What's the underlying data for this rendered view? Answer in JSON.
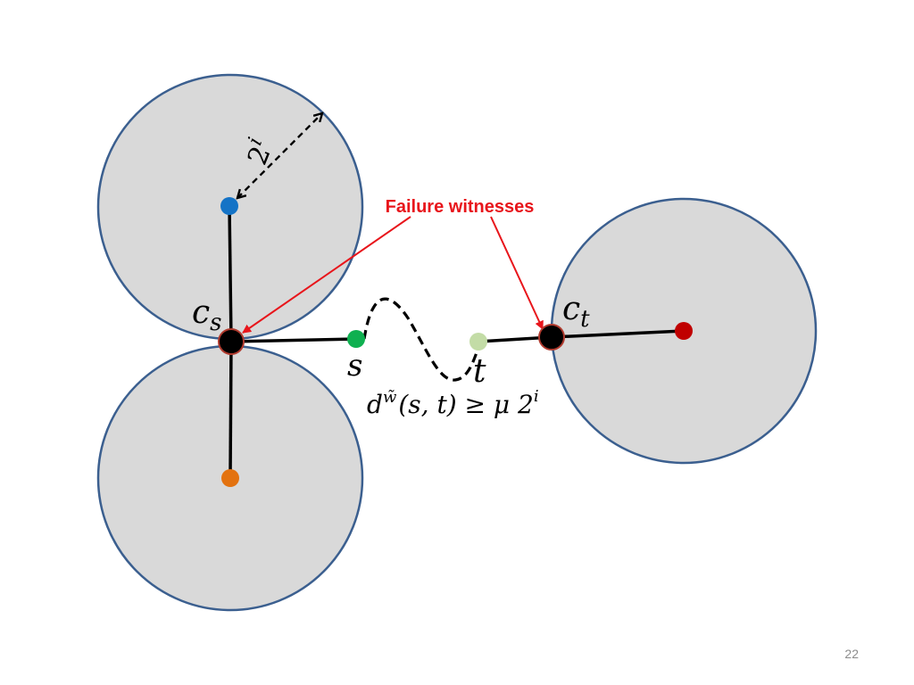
{
  "slide": {
    "page_number": "22"
  },
  "colors": {
    "ball_fill": "#d9d9d9",
    "ball_stroke": "#3b5f8f",
    "callout_red": "#e8151b",
    "center_blue": "#1473c6",
    "center_orange": "#e3720f",
    "center_red": "#c00000",
    "s_green": "#0fb050",
    "t_lightgreen": "#c3dca6",
    "hub_black": "#000000"
  },
  "labels": {
    "radius_base": "2",
    "radius_exp": "i",
    "cs_base": "c",
    "cs_sub": "s",
    "ct_base": "c",
    "ct_sub": "t",
    "s": "s",
    "t": "t",
    "callout": "Failure witnesses"
  },
  "formula": {
    "d": "d",
    "w_sup": "w̃",
    "args": "(s, t) ≥ μ 2",
    "exp": "i"
  }
}
